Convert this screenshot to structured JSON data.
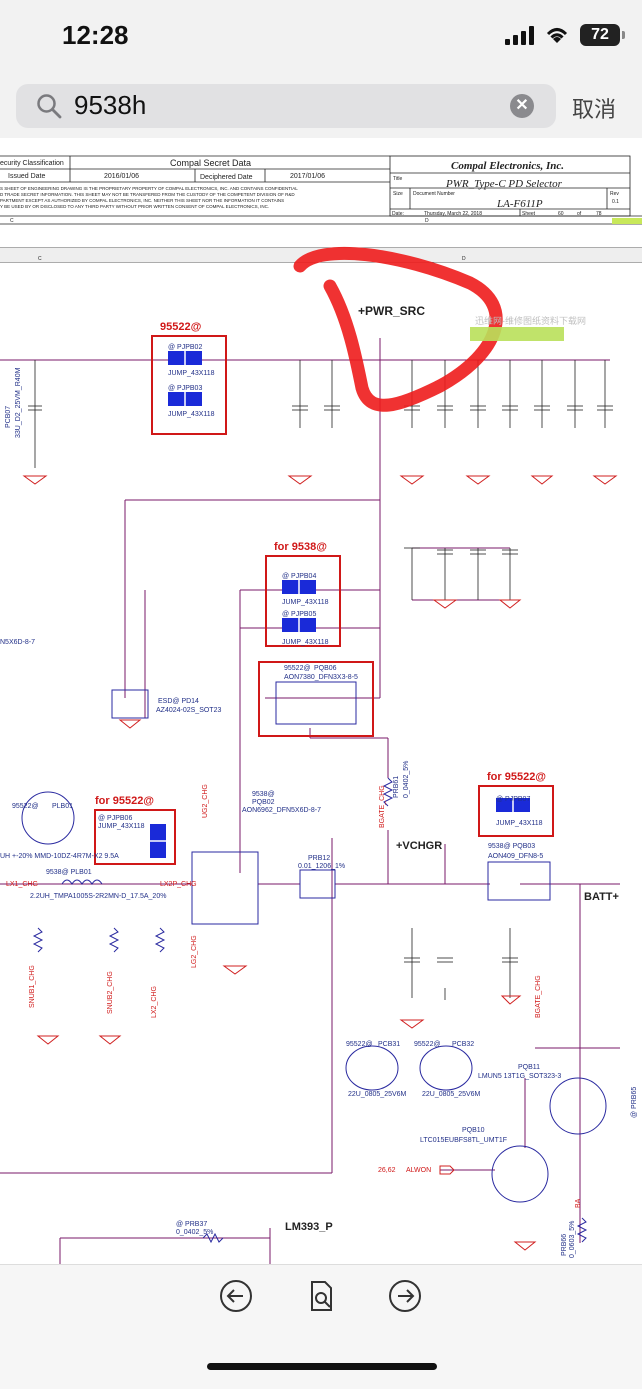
{
  "status": {
    "time": "12:28",
    "battery": "72"
  },
  "search": {
    "query": "9538h",
    "cancel": "取消"
  },
  "titleblock": {
    "security": "ecurity Classification",
    "secret": "Compal Secret Data",
    "issued_label": "Issued Date",
    "issued": "2016/01/06",
    "deciphered_label": "Deciphered Date",
    "deciphered": "2017/01/06",
    "notice1": "S SHEET OF ENGINEERING DRAWING IS THE PROPRIETARY PROPERTY OF COMPAL ELECTRONICS, INC. AND CONTAINS CONFIDENTIAL",
    "notice2": "D TRADE SECRET INFORMATION. THIS SHEET MAY NOT BE TRANSFERED FROM THE CUSTODY OF THE COMPETENT DIVISION OF R&D",
    "notice3": "PARTMENT EXCEPT AS AUTHORIZED BY COMPAL ELECTRONICS, INC. NEITHER THIS SHEET NOR THE INFORMATION IT CONTAINS",
    "notice4": "Y BE USED BY OR DISCLOSED TO ANY THIRD PARTY WITHOUT PRIOR WRITTEN CONSENT OF COMPAL ELECTRONICS, INC.",
    "company": "Compal Electronics, Inc.",
    "title_label": "Title",
    "title": "PWR_Type-C PD Selector",
    "size_label": "Size",
    "docnum_label": "Document Number",
    "rev_label": "Rev",
    "rev": "0.1",
    "docnum": "LA-F611P",
    "date_label": "Date:",
    "date": "Thursday, March 22, 2018",
    "sheet_label": "Sheet",
    "sheet": "60",
    "of_label": "of",
    "of": "78",
    "col_c": "C",
    "col_d": "D"
  },
  "schematic": {
    "pwr_src": "+PWR_SRC",
    "watermark": "迅维网-维修图纸资料下载网",
    "g95522_1": "95522@",
    "pjpb02": "@ PJPB02",
    "pjpb03": "@ PJPB03",
    "jump": "JUMP_43X118",
    "for9538": "for 9538@",
    "pjpb04": "@ PJPB04",
    "pjpb05": "@ PJPB05",
    "pqb06a": "95522@",
    "pqb06b": "PQB06",
    "pqb06_part": "AON7380_DFN3X3-8-5",
    "esd": "ESD@ PD14",
    "esd_part": "AZ4024-02S_SOT23",
    "pcb07": "PCB07",
    "pcb07_val": "33U_D2_25VM_R40M",
    "for95522_a": "for 95522@",
    "for95522_b": "for 95522@",
    "pjpb06": "@ PJPB06",
    "pjpb07": "@ PJPB07",
    "plb01a": "95522@",
    "plb01b": "PLB01",
    "plb01_part": "UH +-20% MMD-10DZ-4R7M-X2 9.5A",
    "plb01c": "9538@ PLB01",
    "plb01_part2": "2.2UH_TMPA1005S-2R2MN-D_17.5A_20%",
    "lx1": "LX1_CHG",
    "lx2p": "LX2P_CHG",
    "ug2": "UG2_CHG",
    "lg2": "LG2_CHG",
    "lx2": "LX2_CHG",
    "bgate1": "BGATE_CHG",
    "bgate2": "BGATE_CHG",
    "snub1": "SNUB1_CHG",
    "snub2": "SNUB2_CHG",
    "pqb02a": "9538@",
    "pqb02b": "PQB02",
    "pqb02_part": "AON6962_DFN5X6D-8-7",
    "prb12": "PRB12",
    "prb12_val": "0.01_1206_1%",
    "vchgr": "+VCHGR",
    "pqb03": "9538@ PQB03",
    "pqb03_part": "AON409_DFN8-5",
    "batt": "BATT+",
    "prb61": "PRB61",
    "prb61_val": "0_0402_5%",
    "pcb31": "PCB31",
    "pcb32": "PCB32",
    "pcb31_val": "22U_0805_25V6M",
    "pcb32_val": "22U_0805_25V6M",
    "g95522_2": "95522@",
    "g95522_3": "95522@",
    "pqb11": "PQB11",
    "pqb11_part": "LMUN5 13T1G_SOT323-3",
    "pqb10": "PQB10",
    "pqb10_part": "LTC015EUBFS8TL_UMT1F",
    "alwon": "ALWON",
    "alwon_ref": "26,62",
    "prb37": "@ PRB37",
    "prb37_val": "0_0402_5%",
    "lm393": "LM393_P",
    "pn5": "N5X6D-8-7",
    "ba": "BA",
    "prb65": "@ PRB65",
    "prb66": "PRB66",
    "prb66_val": "0_0603_5%"
  },
  "toolbar": {
    "prev": "previous-result",
    "find": "find-in-page",
    "next": "next-result"
  }
}
